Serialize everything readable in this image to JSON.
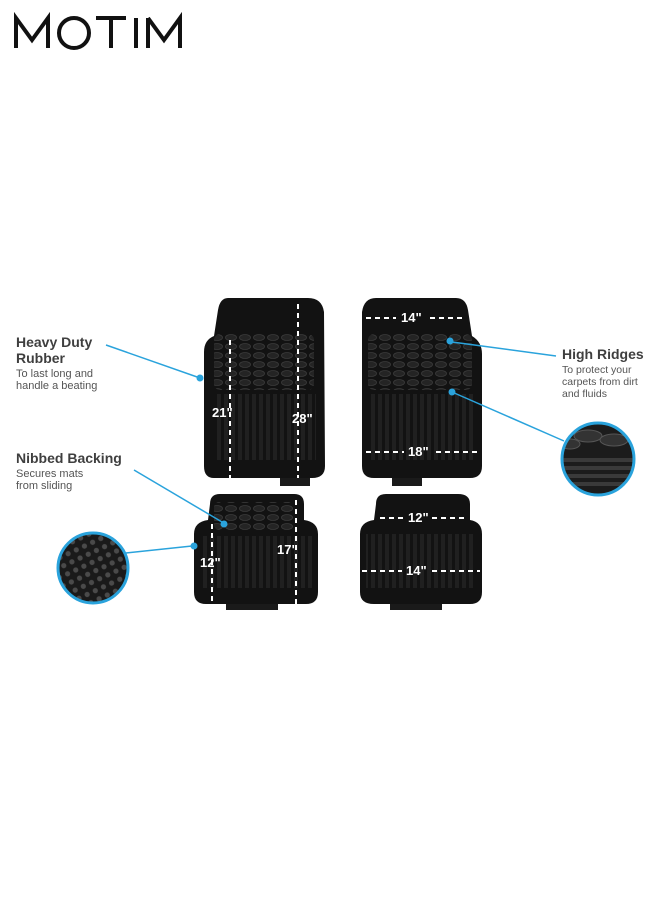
{
  "brand": {
    "logo_text": "MOTIM"
  },
  "callouts": {
    "heavy_duty": {
      "title_line1": "Heavy Duty",
      "title_line2": "Rubber",
      "desc_line1": "To last long and",
      "desc_line2": "handle a beating"
    },
    "nibbed": {
      "title": "Nibbed Backing",
      "desc_line1": "Secures mats",
      "desc_line2": "from sliding"
    },
    "high_ridges": {
      "title": "High Ridges",
      "desc_line1": "To protect your",
      "desc_line2": "carpets from dirt",
      "desc_line3": "and fluids"
    }
  },
  "dimensions": {
    "front_left_height_inner": "21\"",
    "front_left_height_outer": "28\"",
    "front_right_top_width": "14\"",
    "front_right_bottom_width": "18\"",
    "rear_left_width": "12\"",
    "rear_left_height": "17\"",
    "rear_right_top_width": "12\"",
    "rear_right_bottom_width": "14\""
  },
  "colors": {
    "accent": "#2aa3dc",
    "mat": "#121212",
    "dashed": "#ffffff"
  }
}
